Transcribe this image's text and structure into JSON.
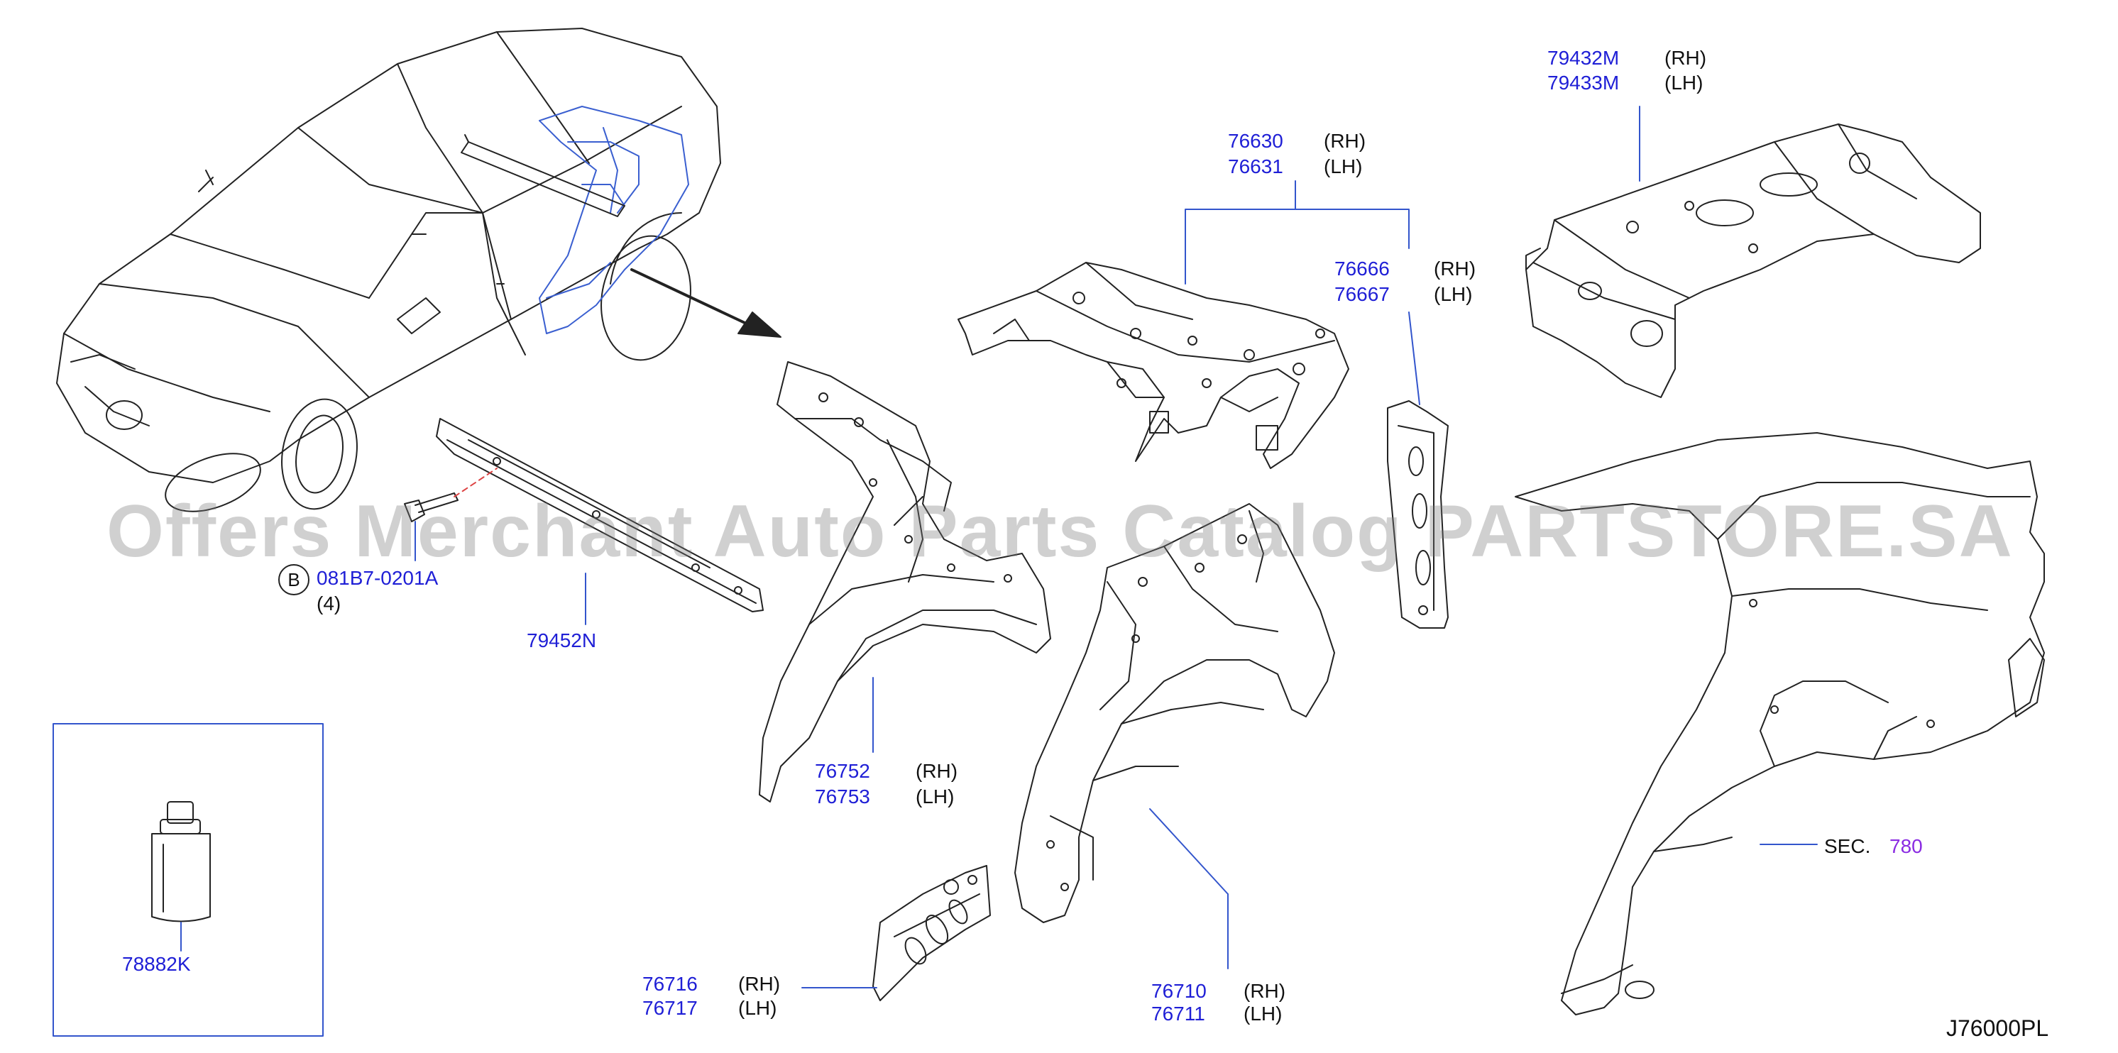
{
  "watermark": "Offers Merchant Auto Parts Catalog PARTSTORE.SA",
  "diagram_code": "J76000PL",
  "bolt": {
    "circle_letter": "B",
    "part": "081B7-0201A",
    "qty": "(4)"
  },
  "callouts": {
    "c79432": {
      "p1": "79432M",
      "s1": "(RH)",
      "p2": "79433M",
      "s2": "(LH)"
    },
    "c76630": {
      "p1": "76630",
      "s1": "(RH)",
      "p2": "76631",
      "s2": "(LH)"
    },
    "c76666": {
      "p1": "76666",
      "s1": "(RH)",
      "p2": "76667",
      "s2": "(LH)"
    },
    "c79452": {
      "p1": "79452N"
    },
    "c76752": {
      "p1": "76752",
      "s1": "(RH)",
      "p2": "76753",
      "s2": "(LH)"
    },
    "c76716": {
      "p1": "76716",
      "s1": "(RH)",
      "p2": "76717",
      "s2": "(LH)"
    },
    "c76710": {
      "p1": "76710",
      "s1": "(RH)",
      "p2": "76711",
      "s2": "(LH)"
    },
    "c78882": {
      "p1": "78882K"
    }
  },
  "sec_ref": {
    "label": "SEC.",
    "number": "780"
  },
  "colors": {
    "part_number": "#1f1fd6",
    "leader": "#3355cc",
    "drawing": "#222222",
    "highlight": "#3a5fd0",
    "sec_number": "#8a2be2"
  }
}
